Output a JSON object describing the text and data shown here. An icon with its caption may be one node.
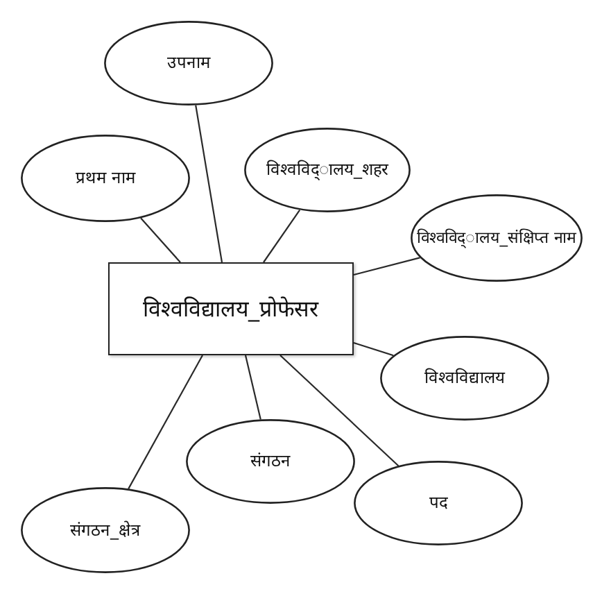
{
  "diagram": {
    "nodes": [
      {
        "text": [
          "उपनाम"
        ]
      },
      {
        "text": [
          "प्रथम नाम"
        ]
      },
      {
        "text": [
          "विश्वविद्ालय_शहर"
        ]
      },
      {
        "text": [
          "विश्वविद्ालय_संक्षिप्त नाम"
        ]
      },
      {
        "text": [
          "विश्वविद्यालय_प्रोफेसर"
        ]
      },
      {
        "text": [
          "विश्वविद्यालय"
        ]
      },
      {
        "text": [
          "संगठन"
        ]
      },
      {
        "text": [
          "पद"
        ]
      },
      {
        "text": [
          "संगठन_क्षेत्र"
        ]
      }
    ],
    "edges": [
      {
        "from": 4,
        "to": 0,
        "arrow": "none"
      },
      {
        "from": 4,
        "to": 1,
        "arrow": "none"
      },
      {
        "from": 4,
        "to": 2,
        "arrow": "none"
      },
      {
        "from": 4,
        "to": 3,
        "arrow": "none"
      },
      {
        "from": 4,
        "to": 5,
        "arrow": "none"
      },
      {
        "from": 4,
        "to": 6,
        "arrow": "none"
      },
      {
        "from": 4,
        "to": 7,
        "arrow": "none"
      },
      {
        "from": 4,
        "to": 8,
        "arrow": "none"
      }
    ]
  }
}
